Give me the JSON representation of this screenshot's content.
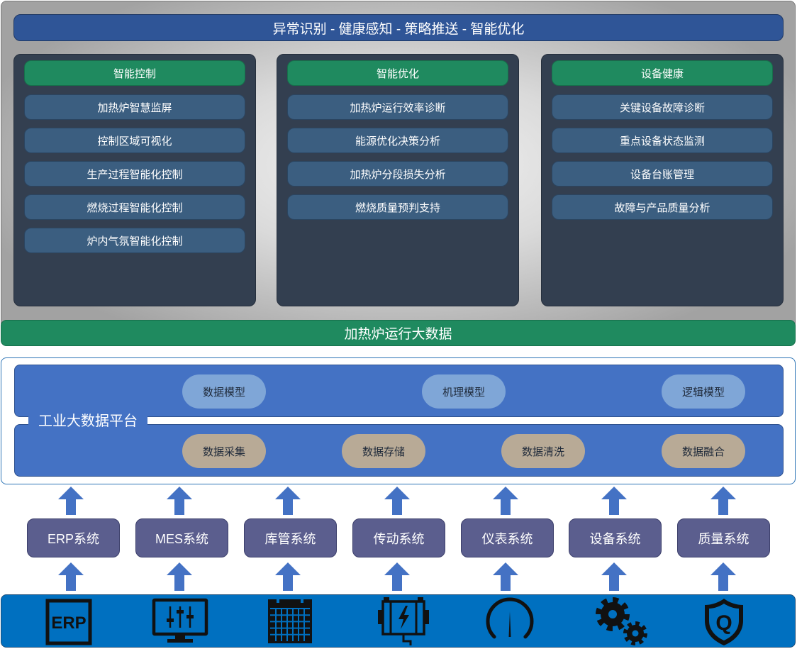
{
  "colors": {
    "banner": "#2f5597",
    "panel_bg": "#333f50",
    "header_green": "#1f8a5f",
    "item_blue": "#3b5e80",
    "platform_blue": "#4472c4",
    "model_pill": "#7fa6d7",
    "process_pill": "#b8aa96",
    "system_box": "#5b5e8e",
    "arrow": "#4472c4",
    "source_bar": "#0070c0",
    "icon": "#111111"
  },
  "banner": {
    "text": "异常识别 - 健康感知 - 策略推送 - 智能优化"
  },
  "panels": [
    {
      "title": "智能控制",
      "items": [
        "加热炉智慧监屏",
        "控制区域可视化",
        "生产过程智能化控制",
        "燃烧过程智能化控制",
        "炉内气氛智能化控制"
      ]
    },
    {
      "title": "智能优化",
      "items": [
        "加热炉运行效率诊断",
        "能源优化决策分析",
        "加热炉分段损失分析",
        "燃烧质量预判支持"
      ]
    },
    {
      "title": "设备健康",
      "items": [
        "关键设备故障诊断",
        "重点设备状态监测",
        "设备台账管理",
        "故障与产品质量分析"
      ]
    }
  ],
  "big_data_bar": {
    "text": "加热炉运行大数据"
  },
  "platform": {
    "label": "工业大数据平台",
    "models": [
      "数据模型",
      "机理模型",
      "逻辑模型"
    ],
    "processes": [
      "数据采集",
      "数据存储",
      "数据清洗",
      "数据融合"
    ]
  },
  "systems": [
    "ERP系统",
    "MES系统",
    "库管系统",
    "传动系统",
    "仪表系统",
    "设备系统",
    "质量系统"
  ],
  "source_icons": [
    {
      "icon": "erp-icon",
      "text": "ERP"
    },
    {
      "icon": "monitor-sliders-icon"
    },
    {
      "icon": "calendar-grid-icon"
    },
    {
      "icon": "electrical-cabinet-icon"
    },
    {
      "icon": "gauge-icon"
    },
    {
      "icon": "gears-icon"
    },
    {
      "icon": "shield-q-icon",
      "text": "Q"
    }
  ]
}
